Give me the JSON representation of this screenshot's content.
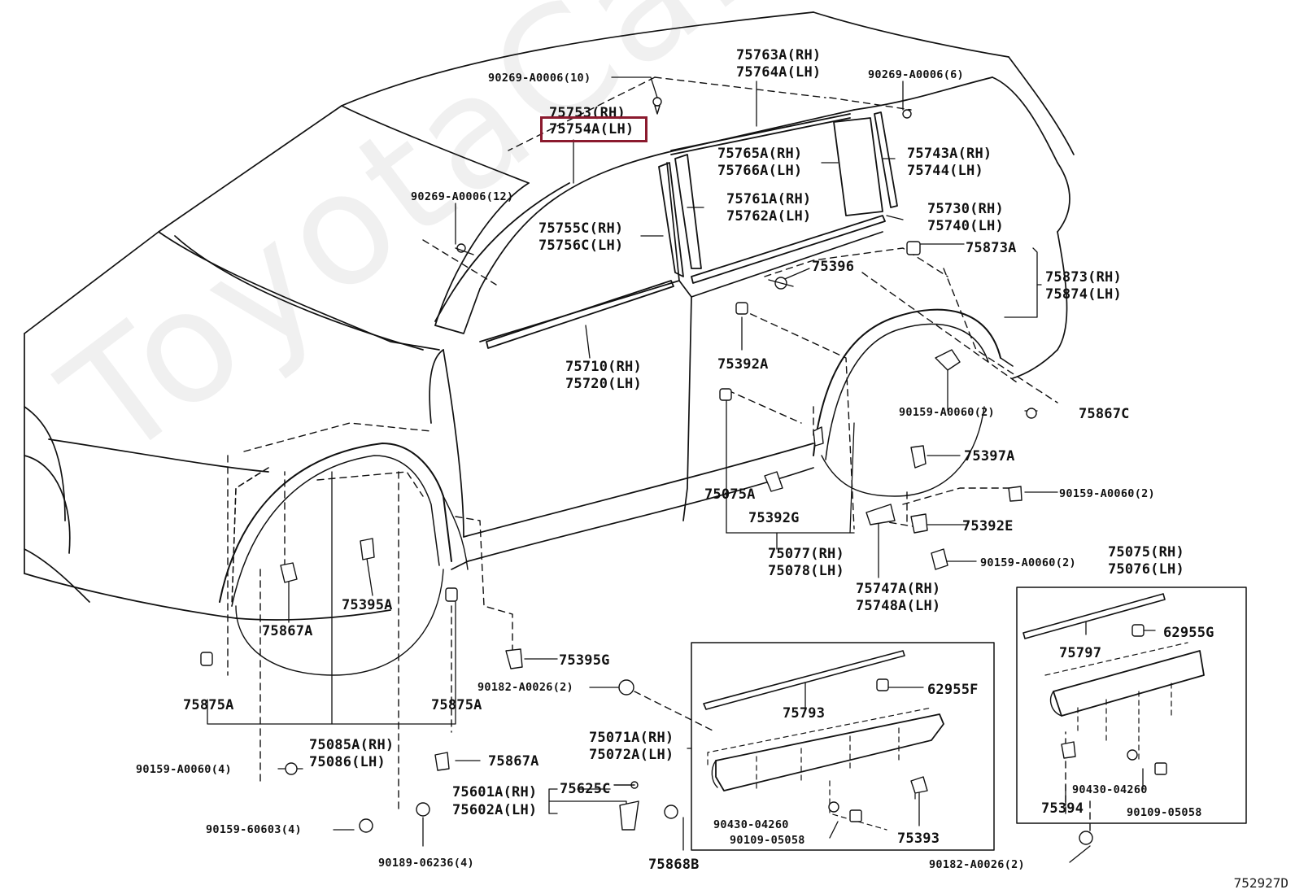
{
  "highlight_label": "75754A(LH)",
  "watermark": "ToyotaCarMir.ru",
  "diagram_code": "752927D",
  "labels": {
    "l_90269_10": "90269-A0006(10)",
    "l_75753": "75753(RH)",
    "l_75754A": "75754A(LH)",
    "l_75763A": "75763A(RH)",
    "l_75764A": "75764A(LH)",
    "l_90269_6": "90269-A0006(6)",
    "l_75765A": "75765A(RH)",
    "l_75766A": "75766A(LH)",
    "l_75743A": "75743A(RH)",
    "l_75744": "75744(LH)",
    "l_90269_12": "90269-A0006(12)",
    "l_75761A": "75761A(RH)",
    "l_75762A": "75762A(LH)",
    "l_75730": "75730(RH)",
    "l_75740": "75740(LH)",
    "l_75755C": "75755C(RH)",
    "l_75756C": "75756C(LH)",
    "l_75873A": "75873A",
    "l_75873": "75873(RH)",
    "l_75874": "75874(LH)",
    "l_75396": "75396",
    "l_75710": "75710(RH)",
    "l_75720": "75720(LH)",
    "l_75392A": "75392A",
    "l_90159_2a": "90159-A0060(2)",
    "l_75867C": "75867C",
    "l_75397A": "75397A",
    "l_75075A": "75075A",
    "l_90159_2b": "90159-A0060(2)",
    "l_75392G": "75392G",
    "l_75392E": "75392E",
    "l_75077": "75077(RH)",
    "l_75078": "75078(LH)",
    "l_90159_2c": "90159-A0060(2)",
    "l_75075": "75075(RH)",
    "l_75076": "75076(LH)",
    "l_75747A": "75747A(RH)",
    "l_75748A": "75748A(LH)",
    "l_75395A": "75395A",
    "l_75867A_1": "75867A",
    "l_62955G": "62955G",
    "l_75797": "75797",
    "l_75395G": "75395G",
    "l_90182_2a": "90182-A0026(2)",
    "l_62955F": "62955F",
    "l_75875A_1": "75875A",
    "l_75875A_2": "75875A",
    "l_75793": "75793",
    "l_75085A": "75085A(RH)",
    "l_75086": "75086(LH)",
    "l_75071A": "75071A(RH)",
    "l_75072A": "75072A(LH)",
    "l_90159_4": "90159-A0060(4)",
    "l_75867A_2": "75867A",
    "l_75601A": "75601A(RH)",
    "l_75602A": "75602A(LH)",
    "l_75625C": "75625C",
    "l_90430_a": "90430-04260",
    "l_75394": "75394",
    "l_90109_a": "90109-05058",
    "l_90430_b": "90430-04260",
    "l_90109_b": "90109-05058",
    "l_90159_60603": "90159-60603(4)",
    "l_75393": "75393",
    "l_90189": "90189-06236(4)",
    "l_75868B": "75868B",
    "l_90182_2b": "90182-A0026(2)"
  }
}
